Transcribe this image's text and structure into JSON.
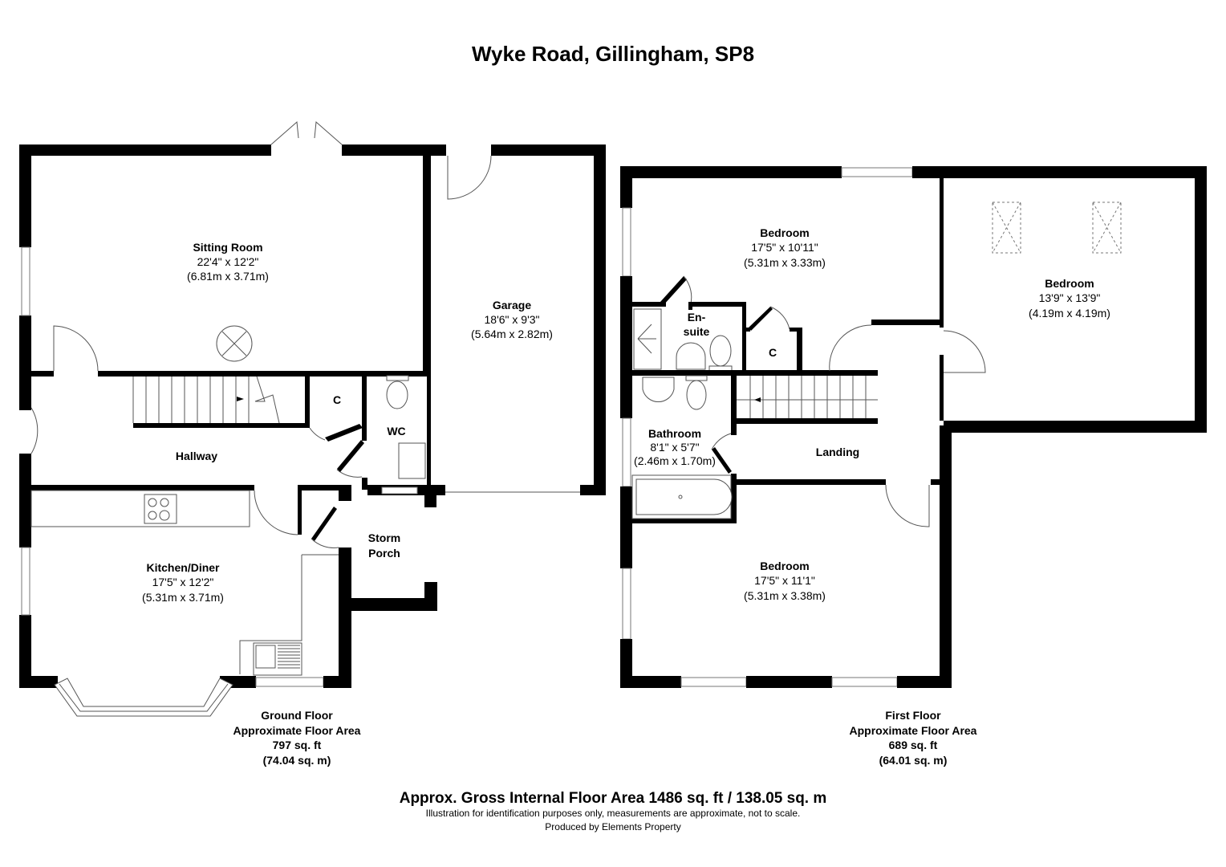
{
  "title": "Wyke Road, Gillingham, SP8",
  "ground_floor": {
    "rooms": {
      "sitting_room": {
        "name": "Sitting Room",
        "imperial": "22'4\" x 12'2\"",
        "metric": "(6.81m x 3.71m)"
      },
      "garage": {
        "name": "Garage",
        "imperial": "18'6\" x 9'3\"",
        "metric": "(5.64m x 2.82m)"
      },
      "hallway": {
        "name": "Hallway"
      },
      "cupboard": {
        "name": "C"
      },
      "wc": {
        "name": "WC"
      },
      "kitchen_diner": {
        "name": "Kitchen/Diner",
        "imperial": "17'5\" x 12'2\"",
        "metric": "(5.31m x 3.71m)"
      },
      "storm_porch": {
        "line1": "Storm",
        "line2": "Porch"
      }
    },
    "area": {
      "label": "Ground Floor",
      "sublabel": "Approximate Floor Area",
      "sqft": "797 sq. ft",
      "sqm": "(74.04 sq. m)"
    }
  },
  "first_floor": {
    "rooms": {
      "bedroom_1": {
        "name": "Bedroom",
        "imperial": "17'5\" x 10'11\"",
        "metric": "(5.31m x 3.33m)"
      },
      "bedroom_2": {
        "name": "Bedroom",
        "imperial": "13'9\" x 13'9\"",
        "metric": "(4.19m x 4.19m)"
      },
      "ensuite": {
        "line1": "En-",
        "line2": "suite"
      },
      "cupboard": {
        "name": "C"
      },
      "bathroom": {
        "name": "Bathroom",
        "imperial": "8'1\" x 5'7\"",
        "metric": "(2.46m x 1.70m)"
      },
      "landing": {
        "name": "Landing"
      },
      "bedroom_3": {
        "name": "Bedroom",
        "imperial": "17'5\" x 11'1\"",
        "metric": "(5.31m x 3.38m)"
      }
    },
    "area": {
      "label": "First Floor",
      "sublabel": "Approximate Floor Area",
      "sqft": "689 sq. ft",
      "sqm": "(64.01 sq. m)"
    }
  },
  "footer": {
    "gross_area": "Approx. Gross Internal Floor Area 1486 sq. ft / 138.05 sq. m",
    "disclaimer": "Illustration for identification purposes only, measurements are approximate, not to scale.",
    "credit": "Produced by Elements Property"
  }
}
